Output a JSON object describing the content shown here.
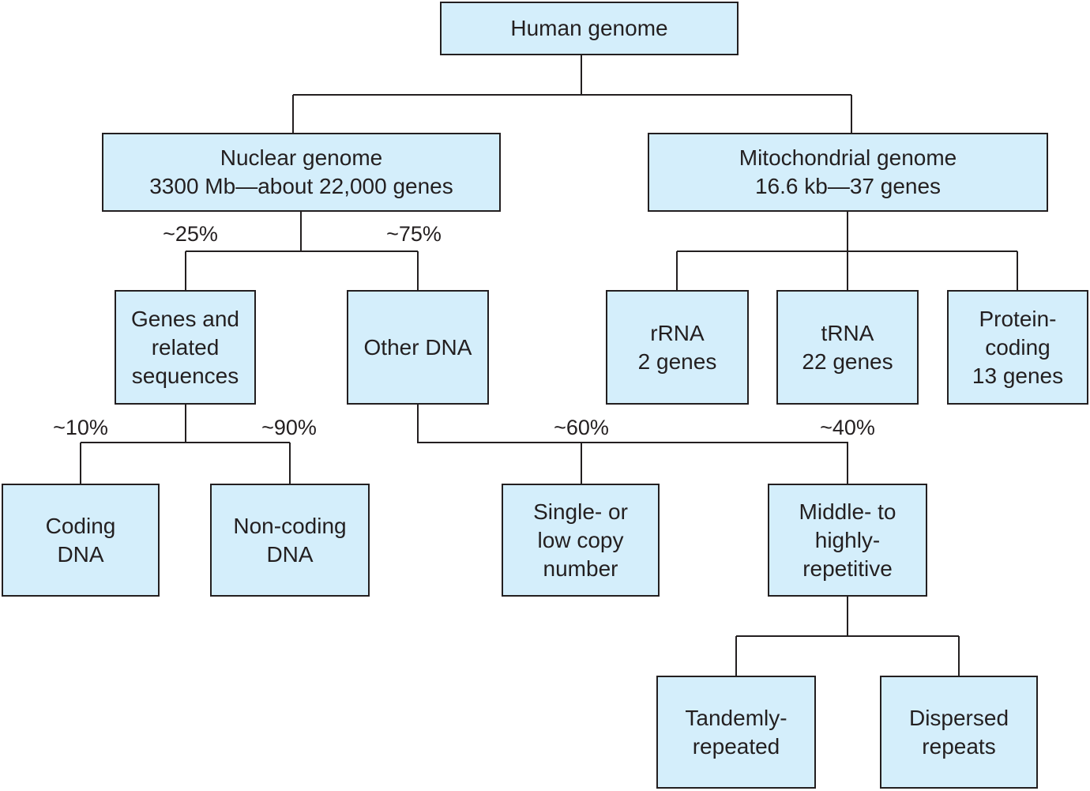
{
  "nodes": {
    "human_genome": {
      "lines": [
        "Human genome"
      ]
    },
    "nuclear": {
      "lines": [
        "Nuclear genome",
        "3300 Mb—about 22,000 genes"
      ]
    },
    "mito": {
      "lines": [
        "Mitochondrial genome",
        "16.6 kb—37 genes"
      ]
    },
    "genes_related": {
      "lines": [
        "Genes and",
        "related",
        "sequences"
      ]
    },
    "other_dna": {
      "lines": [
        "Other DNA"
      ]
    },
    "rrna": {
      "lines": [
        "rRNA",
        "2 genes"
      ]
    },
    "trna": {
      "lines": [
        "tRNA",
        "22 genes"
      ]
    },
    "protein": {
      "lines": [
        "Protein-",
        "coding",
        "13 genes"
      ]
    },
    "coding": {
      "lines": [
        "Coding",
        "DNA"
      ]
    },
    "noncoding": {
      "lines": [
        "Non-coding",
        "DNA"
      ]
    },
    "single_low": {
      "lines": [
        "Single- or",
        "low copy",
        "number"
      ]
    },
    "middle_high": {
      "lines": [
        "Middle- to",
        "highly-",
        "repetitive"
      ]
    },
    "tandem": {
      "lines": [
        "Tandemly-",
        "repeated"
      ]
    },
    "dispersed": {
      "lines": [
        "Dispersed",
        "repeats"
      ]
    }
  },
  "percentages": {
    "genes_related": "~25%",
    "other_dna": "~75%",
    "coding": "~10%",
    "noncoding": "~90%",
    "single_low": "~60%",
    "middle_high": "~40%"
  },
  "edges": [
    [
      "human_genome",
      "nuclear"
    ],
    [
      "human_genome",
      "mito"
    ],
    [
      "nuclear",
      "genes_related"
    ],
    [
      "nuclear",
      "other_dna"
    ],
    [
      "mito",
      "rrna"
    ],
    [
      "mito",
      "trna"
    ],
    [
      "mito",
      "protein"
    ],
    [
      "genes_related",
      "coding"
    ],
    [
      "genes_related",
      "noncoding"
    ],
    [
      "other_dna",
      "single_low"
    ],
    [
      "other_dna",
      "middle_high"
    ],
    [
      "middle_high",
      "tandem"
    ],
    [
      "middle_high",
      "dispersed"
    ]
  ],
  "colors": {
    "box_fill": "#d4eefb",
    "stroke": "#231f20"
  }
}
